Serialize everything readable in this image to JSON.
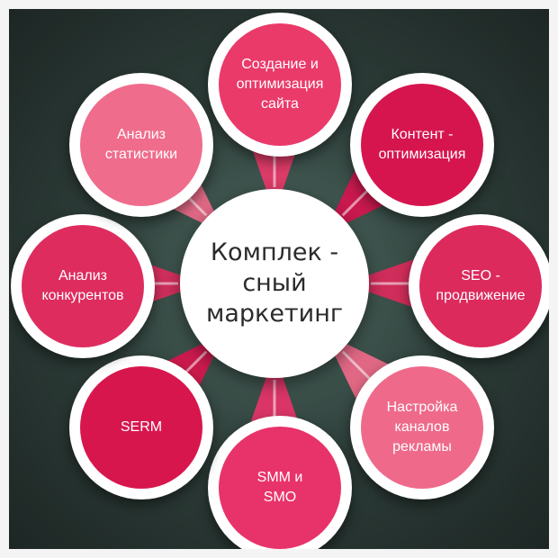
{
  "center": {
    "label": "Комплек -\nсный\nмаркетинг"
  },
  "nodes": [
    {
      "label": "Создание и\nоптимизация\nсайта",
      "color": "#ea3a6a"
    },
    {
      "label": "Контент -\nоптимизация",
      "color": "#d6154f"
    },
    {
      "label": "SEO -\nпродвижение",
      "color": "#dc2a5c"
    },
    {
      "label": "Настройка\nканалов\nрекламы",
      "color": "#ef6a8a"
    },
    {
      "label": "SMM и\nSMO",
      "color": "#e8336a"
    },
    {
      "label": "SERM",
      "color": "#d8164e"
    },
    {
      "label": "Анализ\nконкурентов",
      "color": "#de2c5e"
    },
    {
      "label": "Анализ\nстатистики",
      "color": "#f06c8c"
    }
  ]
}
